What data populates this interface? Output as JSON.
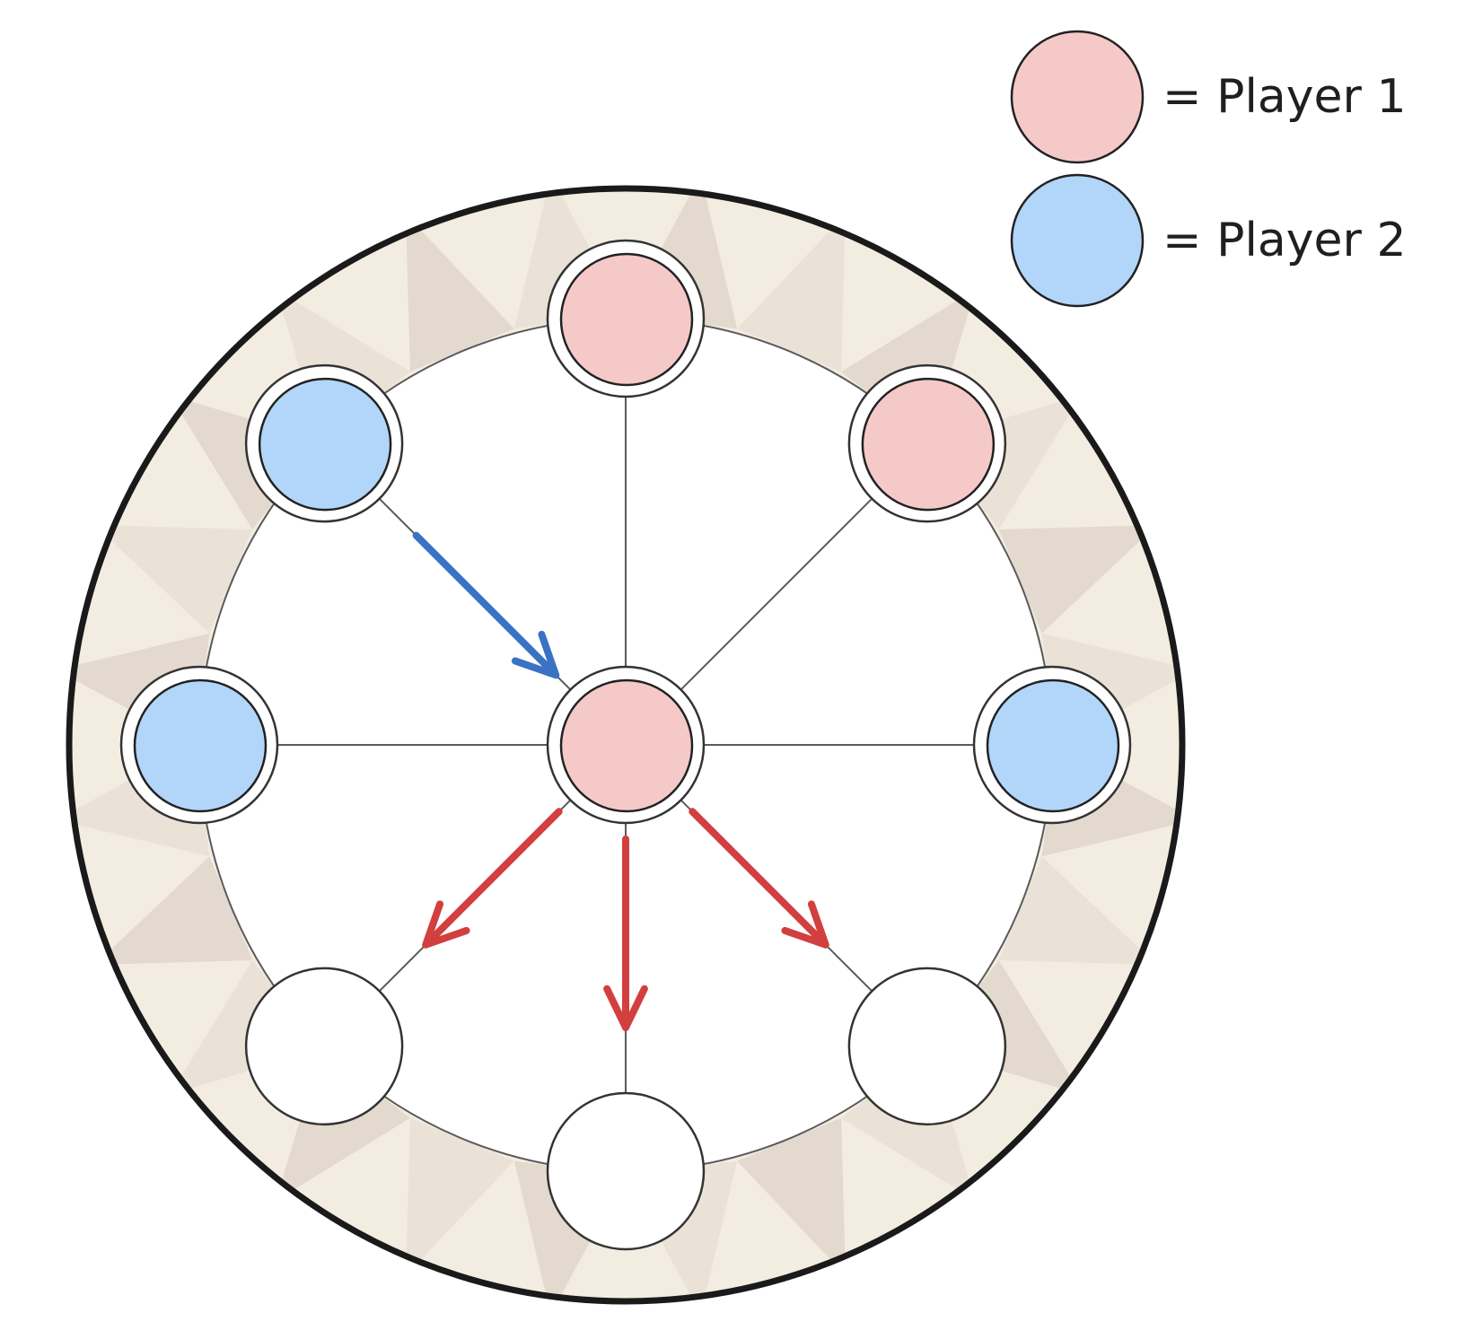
{
  "legend": [
    {
      "symbol": "player-1-piece",
      "label": "= Player 1",
      "color": "#f6c9c9"
    },
    {
      "symbol": "player-2-piece",
      "label": "= Player 2",
      "color": "#b2d6f9"
    }
  ],
  "board": {
    "outer_border_color": "#1a1a1a",
    "band_color": "#f3ece0",
    "band_pattern_color": "#b9a9a0",
    "empty_slot_color": "#ffffff"
  },
  "pieces": [
    {
      "point": "top",
      "owner": "player-1"
    },
    {
      "point": "upper-right",
      "owner": "player-1"
    },
    {
      "point": "right",
      "owner": "player-2"
    },
    {
      "point": "lower-right",
      "owner": "empty"
    },
    {
      "point": "bottom",
      "owner": "empty"
    },
    {
      "point": "lower-left",
      "owner": "empty"
    },
    {
      "point": "left",
      "owner": "player-2"
    },
    {
      "point": "upper-left",
      "owner": "player-2"
    },
    {
      "point": "center",
      "owner": "player-1"
    }
  ],
  "moves": [
    {
      "from": "upper-left",
      "to": "center",
      "player": "player-2",
      "color": "#3a73c4"
    },
    {
      "from": "center",
      "to": "lower-left",
      "player": "player-1",
      "color": "#d23f3f"
    },
    {
      "from": "center",
      "to": "bottom",
      "player": "player-1",
      "color": "#d23f3f"
    },
    {
      "from": "center",
      "to": "lower-right",
      "player": "player-1",
      "color": "#d23f3f"
    }
  ]
}
